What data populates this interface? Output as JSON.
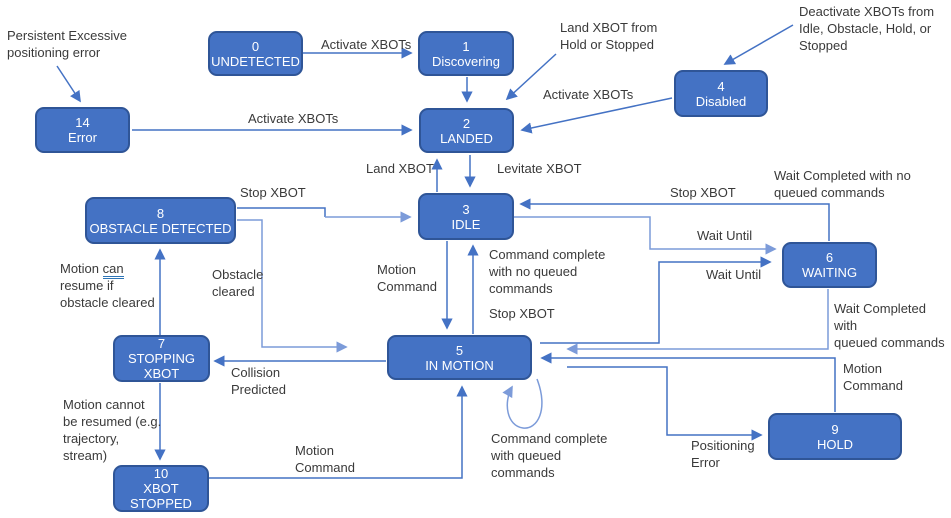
{
  "colors": {
    "box_fill": "#4472C4",
    "box_border": "#2F5597",
    "arrow": "#4472C4",
    "arrow_light": "#7C9BD9",
    "state_text": "#FFFFFF",
    "label_text": "#3A3A3A"
  },
  "states": {
    "s0": {
      "num": "0",
      "name": "UNDETECTED"
    },
    "s1": {
      "num": "1",
      "name": "Discovering"
    },
    "s2": {
      "num": "2",
      "name": "LANDED"
    },
    "s3": {
      "num": "3",
      "name": "IDLE"
    },
    "s4": {
      "num": "4",
      "name": "Disabled"
    },
    "s5": {
      "num": "5",
      "name": "IN MOTION"
    },
    "s6": {
      "num": "6",
      "name": "WAITING"
    },
    "s7": {
      "num": "7",
      "name": "STOPPING\nXBOT"
    },
    "s8": {
      "num": "8",
      "name": "OBSTACLE DETECTED"
    },
    "s9": {
      "num": "9",
      "name": "HOLD"
    },
    "s10": {
      "num": "10",
      "name": "XBOT\nSTOPPED"
    },
    "s14": {
      "num": "14",
      "name": "Error"
    }
  },
  "labels": {
    "persistent_note": "Persistent Excessive\npositioning error",
    "activate_xbots_1": "Activate XBOTs",
    "land_from_note": "Land XBOT from\nHold or Stopped",
    "deactivate_note": "Deactivate XBOTs from\nIdle, Obstacle, Hold, or\nStopped",
    "activate_xbots_2": "Activate XBOTs",
    "activate_xbots_3": "Activate XBOTs",
    "land_xbot": "Land XBOT",
    "levitate_xbot": "Levitate XBOT",
    "stop_xbot_obstacle": "Stop XBOT",
    "stop_xbot_waiting": "Stop XBOT",
    "wait_completed_no_queued": "Wait Completed with no\nqueued commands",
    "wait_until_idle": "Wait Until",
    "wait_until_motion": "Wait Until",
    "wait_completed_queued": "Wait Completed with\nqueued commands",
    "motion_command_idle": "Motion\nCommand",
    "command_complete_no_queued": "Command complete\nwith no queued\ncommands",
    "stop_xbot_motion": "Stop XBOT",
    "obstacle_cleared": "Obstacle\ncleared",
    "motion_can_resume": {
      "part1": "Motion ",
      "word": "can",
      "part2": "\nresume if\nobstacle cleared"
    },
    "collision_predicted": "Collision\nPredicted",
    "motion_cannot_resume": "Motion cannot\nbe resumed (e.g.\ntrajectory,\nstream)",
    "motion_command_stopped": "Motion\nCommand",
    "command_complete_queued": "Command complete\nwith queued\ncommands",
    "positioning_error": "Positioning\nError",
    "motion_command_hold": "Motion\nCommand"
  },
  "transitions": [
    {
      "from": "0 UNDETECTED",
      "to": "1 Discovering",
      "label": "Activate XBOTs"
    },
    {
      "from": "1 Discovering",
      "to": "2 LANDED",
      "label": ""
    },
    {
      "from": "14 Error",
      "to": "2 LANDED",
      "label": "Activate XBOTs"
    },
    {
      "from": "4 Disabled",
      "to": "2 LANDED",
      "label": "Activate XBOTs"
    },
    {
      "from": "3 IDLE",
      "to": "2 LANDED",
      "label": "Land XBOT"
    },
    {
      "from": "2 LANDED",
      "to": "3 IDLE",
      "label": "Levitate XBOT"
    },
    {
      "from": "8 OBSTACLE DETECTED",
      "to": "3 IDLE",
      "label": "Stop XBOT"
    },
    {
      "from": "6 WAITING",
      "to": "3 IDLE",
      "label": "Stop XBOT / Wait Completed with no queued commands"
    },
    {
      "from": "3 IDLE",
      "to": "6 WAITING",
      "label": "Wait Until"
    },
    {
      "from": "5 IN MOTION",
      "to": "6 WAITING",
      "label": "Wait Until"
    },
    {
      "from": "6 WAITING",
      "to": "5 IN MOTION",
      "label": "Wait Completed with queued commands"
    },
    {
      "from": "3 IDLE",
      "to": "5 IN MOTION",
      "label": "Motion Command"
    },
    {
      "from": "5 IN MOTION",
      "to": "3 IDLE",
      "label": "Command complete with no queued commands / Stop XBOT"
    },
    {
      "from": "8 OBSTACLE DETECTED",
      "to": "5 IN MOTION",
      "label": "Obstacle cleared"
    },
    {
      "from": "7 STOPPING XBOT",
      "to": "8 OBSTACLE DETECTED",
      "label": "Motion can resume if obstacle cleared"
    },
    {
      "from": "5 IN MOTION",
      "to": "7 STOPPING XBOT",
      "label": "Collision Predicted"
    },
    {
      "from": "7 STOPPING XBOT",
      "to": "10 XBOT STOPPED",
      "label": "Motion cannot be resumed (e.g. trajectory, stream)"
    },
    {
      "from": "10 XBOT STOPPED",
      "to": "5 IN MOTION",
      "label": "Motion Command"
    },
    {
      "from": "5 IN MOTION",
      "to": "5 IN MOTION",
      "label": "Command complete with queued commands"
    },
    {
      "from": "5 IN MOTION",
      "to": "9 HOLD",
      "label": "Positioning Error"
    },
    {
      "from": "9 HOLD",
      "to": "5 IN MOTION",
      "label": "Motion Command"
    },
    {
      "from": "note Persistent Excessive positioning error",
      "to": "14 Error",
      "label": ""
    },
    {
      "from": "note Land XBOT from Hold or Stopped",
      "to": "2 LANDED",
      "label": ""
    },
    {
      "from": "note Deactivate XBOTs from Idle, Obstacle, Hold, or Stopped",
      "to": "4 Disabled",
      "label": ""
    }
  ]
}
